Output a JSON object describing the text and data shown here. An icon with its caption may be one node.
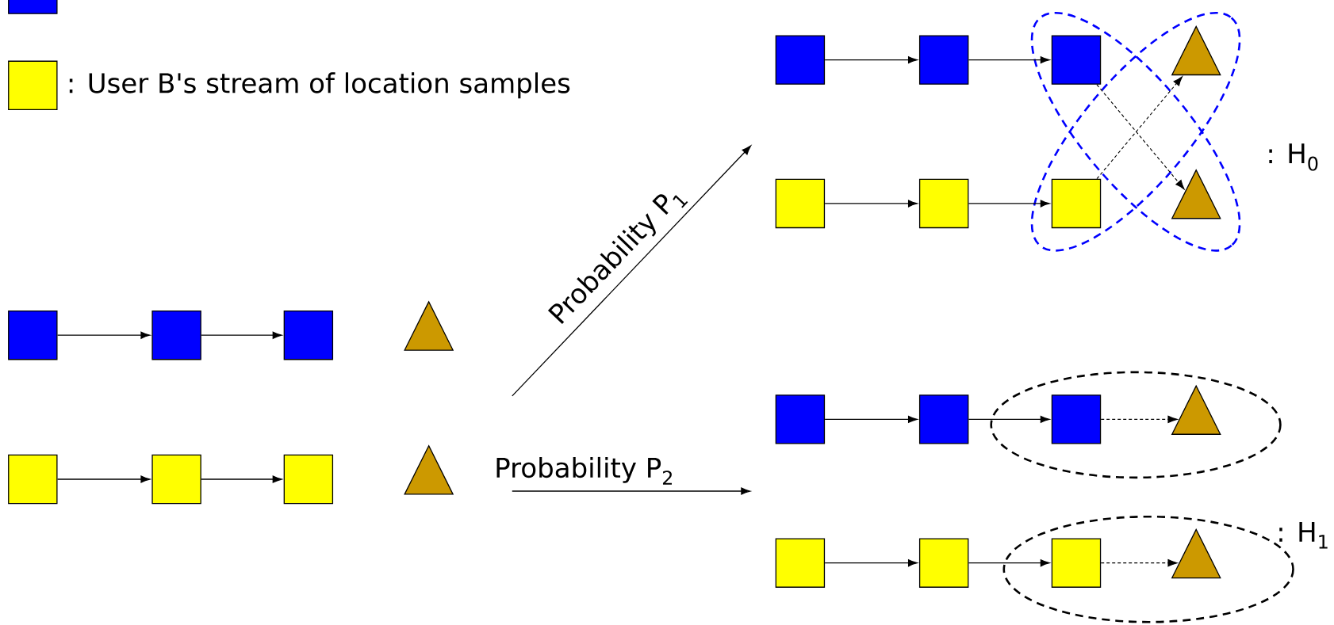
{
  "diagram": {
    "nodes": [
      {
        "text": [],
        "shape": "box"
      },
      {
        "text": [],
        "shape": "box"
      },
      {
        "text": [],
        "shape": "box"
      },
      {
        "text": [],
        "shape": "box"
      },
      {
        "text": [],
        "shape": "triangle"
      },
      {
        "text": [],
        "shape": "box"
      },
      {
        "text": [],
        "shape": "box"
      },
      {
        "text": [],
        "shape": "box"
      },
      {
        "text": [],
        "shape": "triangle"
      },
      {
        "text": [],
        "shape": "box"
      },
      {
        "text": [],
        "shape": "box"
      },
      {
        "text": [],
        "shape": "box"
      },
      {
        "text": [],
        "shape": "triangle"
      },
      {
        "text": [],
        "shape": "box"
      },
      {
        "text": [],
        "shape": "box"
      },
      {
        "text": [],
        "shape": "box"
      },
      {
        "text": [],
        "shape": "triangle"
      },
      {
        "text": [],
        "shape": "box"
      },
      {
        "text": [],
        "shape": "box"
      },
      {
        "text": [],
        "shape": "box"
      },
      {
        "text": [],
        "shape": "triangle"
      },
      {
        "text": [],
        "shape": "box"
      },
      {
        "text": [],
        "shape": "box"
      },
      {
        "text": [],
        "shape": "box"
      },
      {
        "text": [],
        "shape": "triangle"
      }
    ],
    "edges": [
      {
        "from": 1,
        "to": 2,
        "arrow": "to"
      },
      {
        "from": 2,
        "to": 3,
        "arrow": "to"
      },
      {
        "from": 5,
        "to": 6,
        "arrow": "to"
      },
      {
        "from": 6,
        "to": 7,
        "arrow": "to"
      },
      {
        "from": 9,
        "to": 10,
        "arrow": "to"
      },
      {
        "from": 10,
        "to": 11,
        "arrow": "to"
      },
      {
        "from": 11,
        "to": 16,
        "arrow": "to",
        "style": "dashed"
      },
      {
        "from": 13,
        "to": 14,
        "arrow": "to"
      },
      {
        "from": 14,
        "to": 15,
        "arrow": "to"
      },
      {
        "from": 15,
        "to": 12,
        "arrow": "to",
        "style": "dashed"
      },
      {
        "from": 17,
        "to": 18,
        "arrow": "to"
      },
      {
        "from": 18,
        "to": 19,
        "arrow": "to"
      },
      {
        "from": 19,
        "to": 20,
        "arrow": "to",
        "style": "dashed"
      },
      {
        "from": 21,
        "to": 22,
        "arrow": "to"
      },
      {
        "from": 22,
        "to": 23,
        "arrow": "to"
      },
      {
        "from": 23,
        "to": 24,
        "arrow": "to",
        "style": "dashed"
      }
    ],
    "labels": [
      ": H$_{0}$",
      "Probability P$_{1}$",
      "Probability P$_{2}$",
      ": H$_{1}$"
    ],
    "legend": [
      {
        "text": ": User B's stream of location samples",
        "color": "#ffff00"
      }
    ]
  }
}
